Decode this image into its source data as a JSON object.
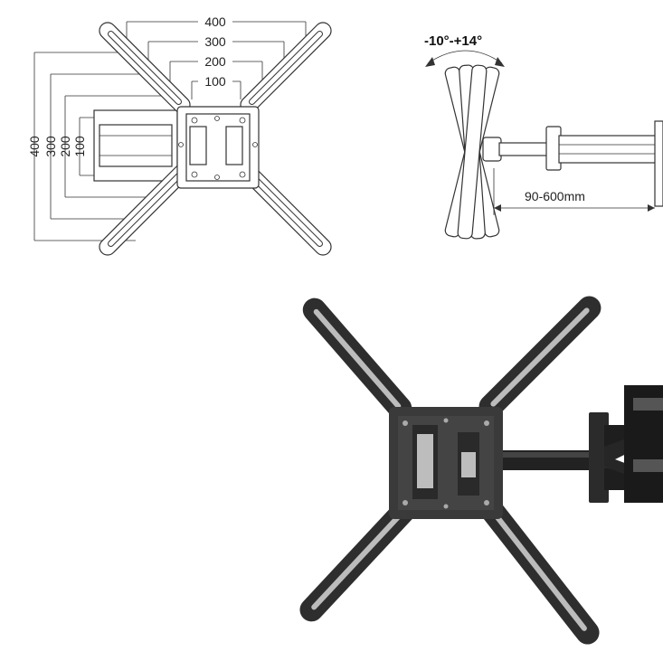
{
  "top_view": {
    "horizontal_dims": [
      "400",
      "300",
      "200",
      "100"
    ],
    "vertical_dims": [
      "400",
      "300",
      "200",
      "100"
    ]
  },
  "side_view": {
    "tilt_label": "-10°-+14°",
    "extension_label": "90-600mm"
  },
  "colors": {
    "line": "#333333",
    "metal": "#3a3a3a",
    "metal_dark": "#1c1c1c",
    "background": "#ffffff"
  }
}
